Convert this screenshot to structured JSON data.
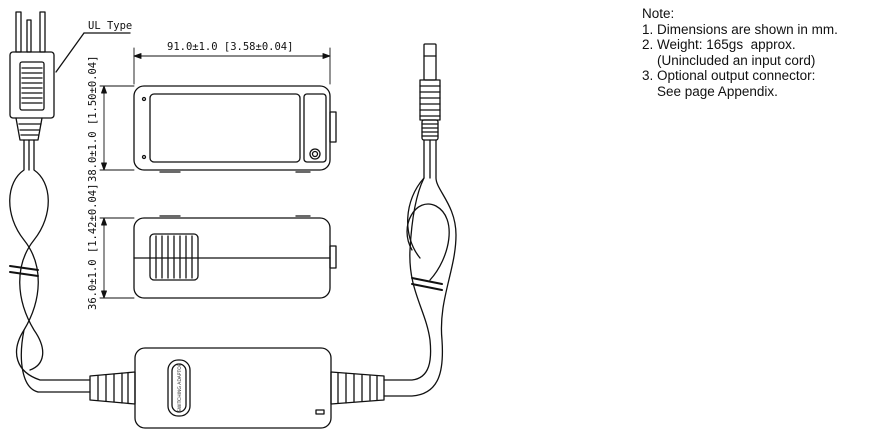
{
  "drawing": {
    "plug_label": "UL Type",
    "length_dimension": "91.0±1.0 [3.58±0.04]",
    "top_height_dimension": "38.0±1.0 [1.50±0.04]",
    "side_height_dimension": "36.0±1.0 [1.42±0.04]",
    "case_label": "SWITCHING ADAPTOR"
  },
  "notes": {
    "heading": "Note:",
    "items": [
      "1. Dimensions are shown in mm.",
      "2. Weight: 165gs  approx.",
      "    (Unincluded an input cord)",
      "3. Optional output connector:",
      "    See page Appendix."
    ]
  }
}
